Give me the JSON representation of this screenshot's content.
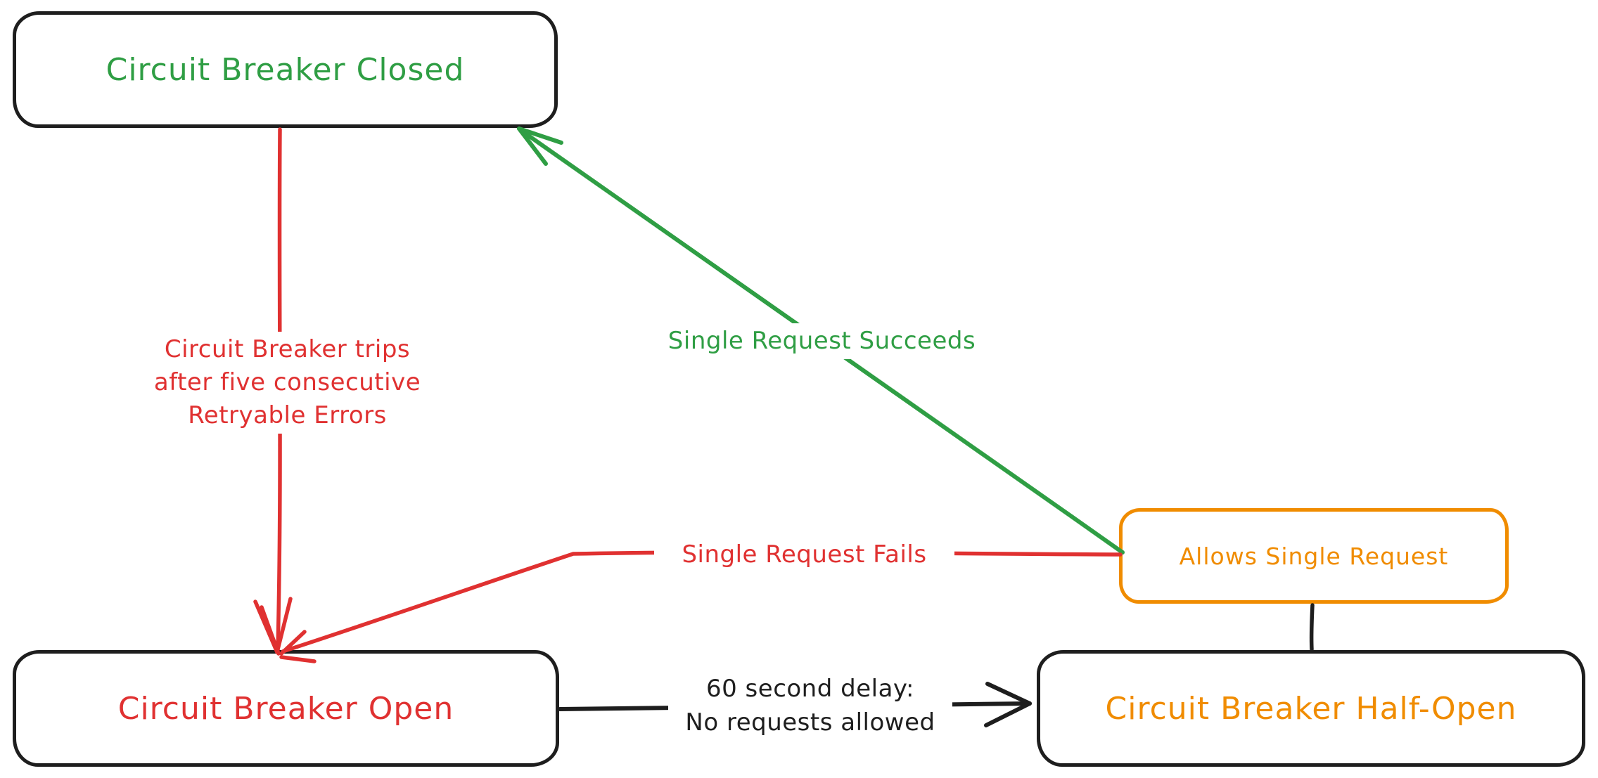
{
  "colors": {
    "black": "#1e1e1e",
    "red": "#e03131",
    "green": "#2f9e44",
    "orange": "#f08c00",
    "background": "#ffffff"
  },
  "nodes": {
    "closed": {
      "label": "Circuit Breaker Closed"
    },
    "open": {
      "label": "Circuit Breaker Open"
    },
    "half_open": {
      "label": "Circuit Breaker Half-Open"
    },
    "allows_single_request": {
      "label": "Allows Single Request"
    }
  },
  "edges": {
    "trip": {
      "from": "closed",
      "to": "open",
      "line1": "Circuit Breaker trips",
      "line2": "after five consecutive",
      "line3": "Retryable Errors"
    },
    "succeeds": {
      "from": "allows_single_request",
      "to": "closed",
      "label": "Single Request Succeeds"
    },
    "fails": {
      "from": "allows_single_request",
      "to": "open",
      "label": "Single Request Fails"
    },
    "delay": {
      "from": "open",
      "to": "half_open",
      "line1": "60 second delay:",
      "line2": "No requests allowed"
    },
    "half_open_link": {
      "from": "half_open",
      "to": "allows_single_request",
      "label": ""
    }
  }
}
